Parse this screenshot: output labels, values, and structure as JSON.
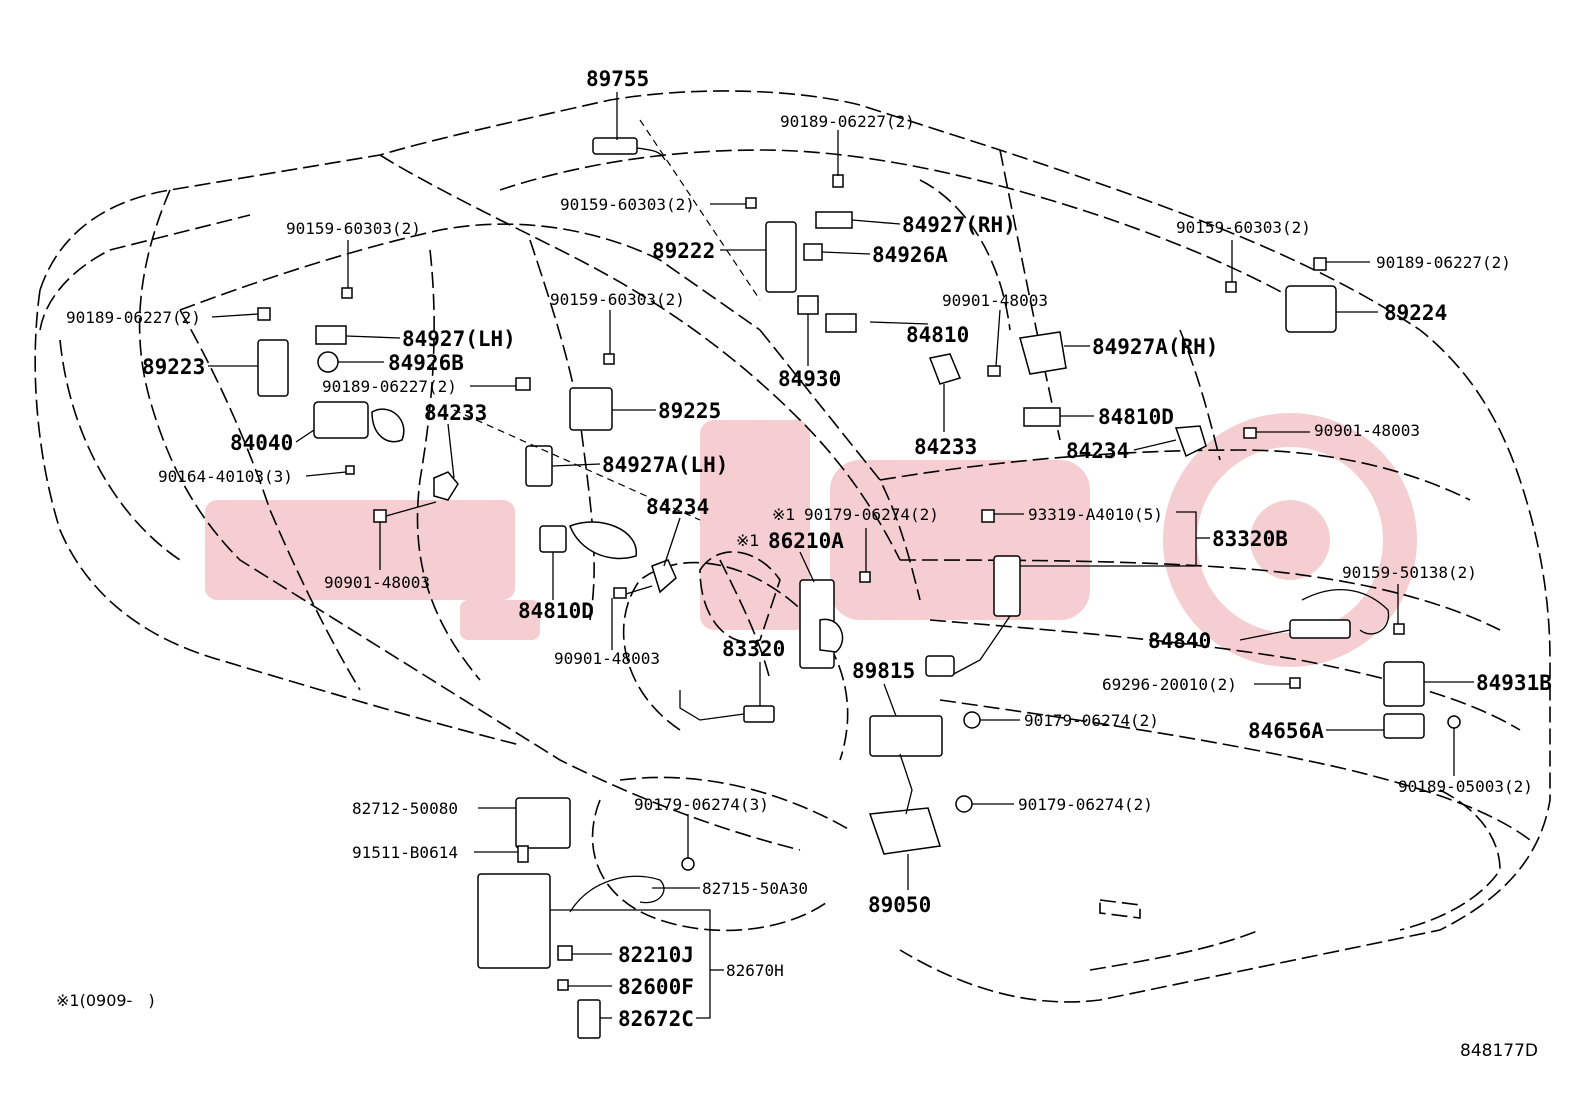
{
  "diagram": {
    "watermark_brand_color": "#f4c6c9",
    "line_color": "#000000",
    "parts": [
      {
        "id": "p89755",
        "label": "89755"
      },
      {
        "id": "p9018906227_top",
        "label": "90189-06227(2)"
      },
      {
        "id": "p9015960303_top",
        "label": "90159-60303(2)"
      },
      {
        "id": "p84927rh",
        "label": "84927(RH)"
      },
      {
        "id": "p89222",
        "label": "89222"
      },
      {
        "id": "p84926a",
        "label": "84926A"
      },
      {
        "id": "p9015960303_left",
        "label": "90159-60303(2)"
      },
      {
        "id": "p9018906227_left",
        "label": "90189-06227(2)"
      },
      {
        "id": "p84927lh",
        "label": "84927(LH)"
      },
      {
        "id": "p89223",
        "label": "89223"
      },
      {
        "id": "p84926b",
        "label": "84926B"
      },
      {
        "id": "p9015960303_mid",
        "label": "90159-60303(2)"
      },
      {
        "id": "p9018906227_mid",
        "label": "90189-06227(2)"
      },
      {
        "id": "p84233_left",
        "label": "84233"
      },
      {
        "id": "p89225",
        "label": "89225"
      },
      {
        "id": "p84040",
        "label": "84040"
      },
      {
        "id": "p9016440103",
        "label": "90164-40103(3)"
      },
      {
        "id": "p84927alh",
        "label": "84927A(LH)"
      },
      {
        "id": "p84234_left",
        "label": "84234"
      },
      {
        "id": "p9090148003_left",
        "label": "90901-48003"
      },
      {
        "id": "p84810d_left",
        "label": "84810D"
      },
      {
        "id": "p9090148003_mid",
        "label": "90901-48003"
      },
      {
        "id": "p9090148003_top",
        "label": "90901-48003"
      },
      {
        "id": "p84810",
        "label": "84810"
      },
      {
        "id": "p84930",
        "label": "84930"
      },
      {
        "id": "p84233_right",
        "label": "84233"
      },
      {
        "id": "p84927arh",
        "label": "84927A(RH)"
      },
      {
        "id": "p84810d_right",
        "label": "84810D"
      },
      {
        "id": "p84234_right",
        "label": "84234"
      },
      {
        "id": "p9090148003_right",
        "label": "90901-48003"
      },
      {
        "id": "p9015960303_right",
        "label": "90159-60303(2)"
      },
      {
        "id": "p9018906227_right",
        "label": "90189-06227(2)"
      },
      {
        "id": "p89224",
        "label": "89224"
      },
      {
        "id": "p9017906274_c",
        "label": "90179-06274(2)"
      },
      {
        "id": "p86210a",
        "label": "86210A"
      },
      {
        "id": "p9331",
        "label": "93319-A4010(5)"
      },
      {
        "id": "p83320b",
        "label": "83320B"
      },
      {
        "id": "p83320",
        "label": "83320"
      },
      {
        "id": "p89815",
        "label": "89815"
      },
      {
        "id": "p9015950138",
        "label": "90159-50138(2)"
      },
      {
        "id": "p84840",
        "label": "84840"
      },
      {
        "id": "p6929620010",
        "label": "69296-20010(2)"
      },
      {
        "id": "p84931b",
        "label": "84931B"
      },
      {
        "id": "p84656a",
        "label": "84656A"
      },
      {
        "id": "p9017906274_r1",
        "label": "90179-06274(2)"
      },
      {
        "id": "p9018905003",
        "label": "90189-05003(2)"
      },
      {
        "id": "p9017906274_3",
        "label": "90179-06274(3)"
      },
      {
        "id": "p9017906274_r2",
        "label": "90179-06274(2)"
      },
      {
        "id": "p8271250080",
        "label": "82712-50080"
      },
      {
        "id": "p91511b0614",
        "label": "91511-B0614"
      },
      {
        "id": "p8271550a30",
        "label": "82715-50A30"
      },
      {
        "id": "p89050",
        "label": "89050"
      },
      {
        "id": "p82210j",
        "label": "82210J"
      },
      {
        "id": "p82670h",
        "label": "82670H"
      },
      {
        "id": "p82600f",
        "label": "82600F"
      },
      {
        "id": "p82672c",
        "label": "82672C"
      }
    ],
    "marker_1": "※1",
    "footnote": "※1(0909-　)",
    "drawing_code": "848177D"
  }
}
